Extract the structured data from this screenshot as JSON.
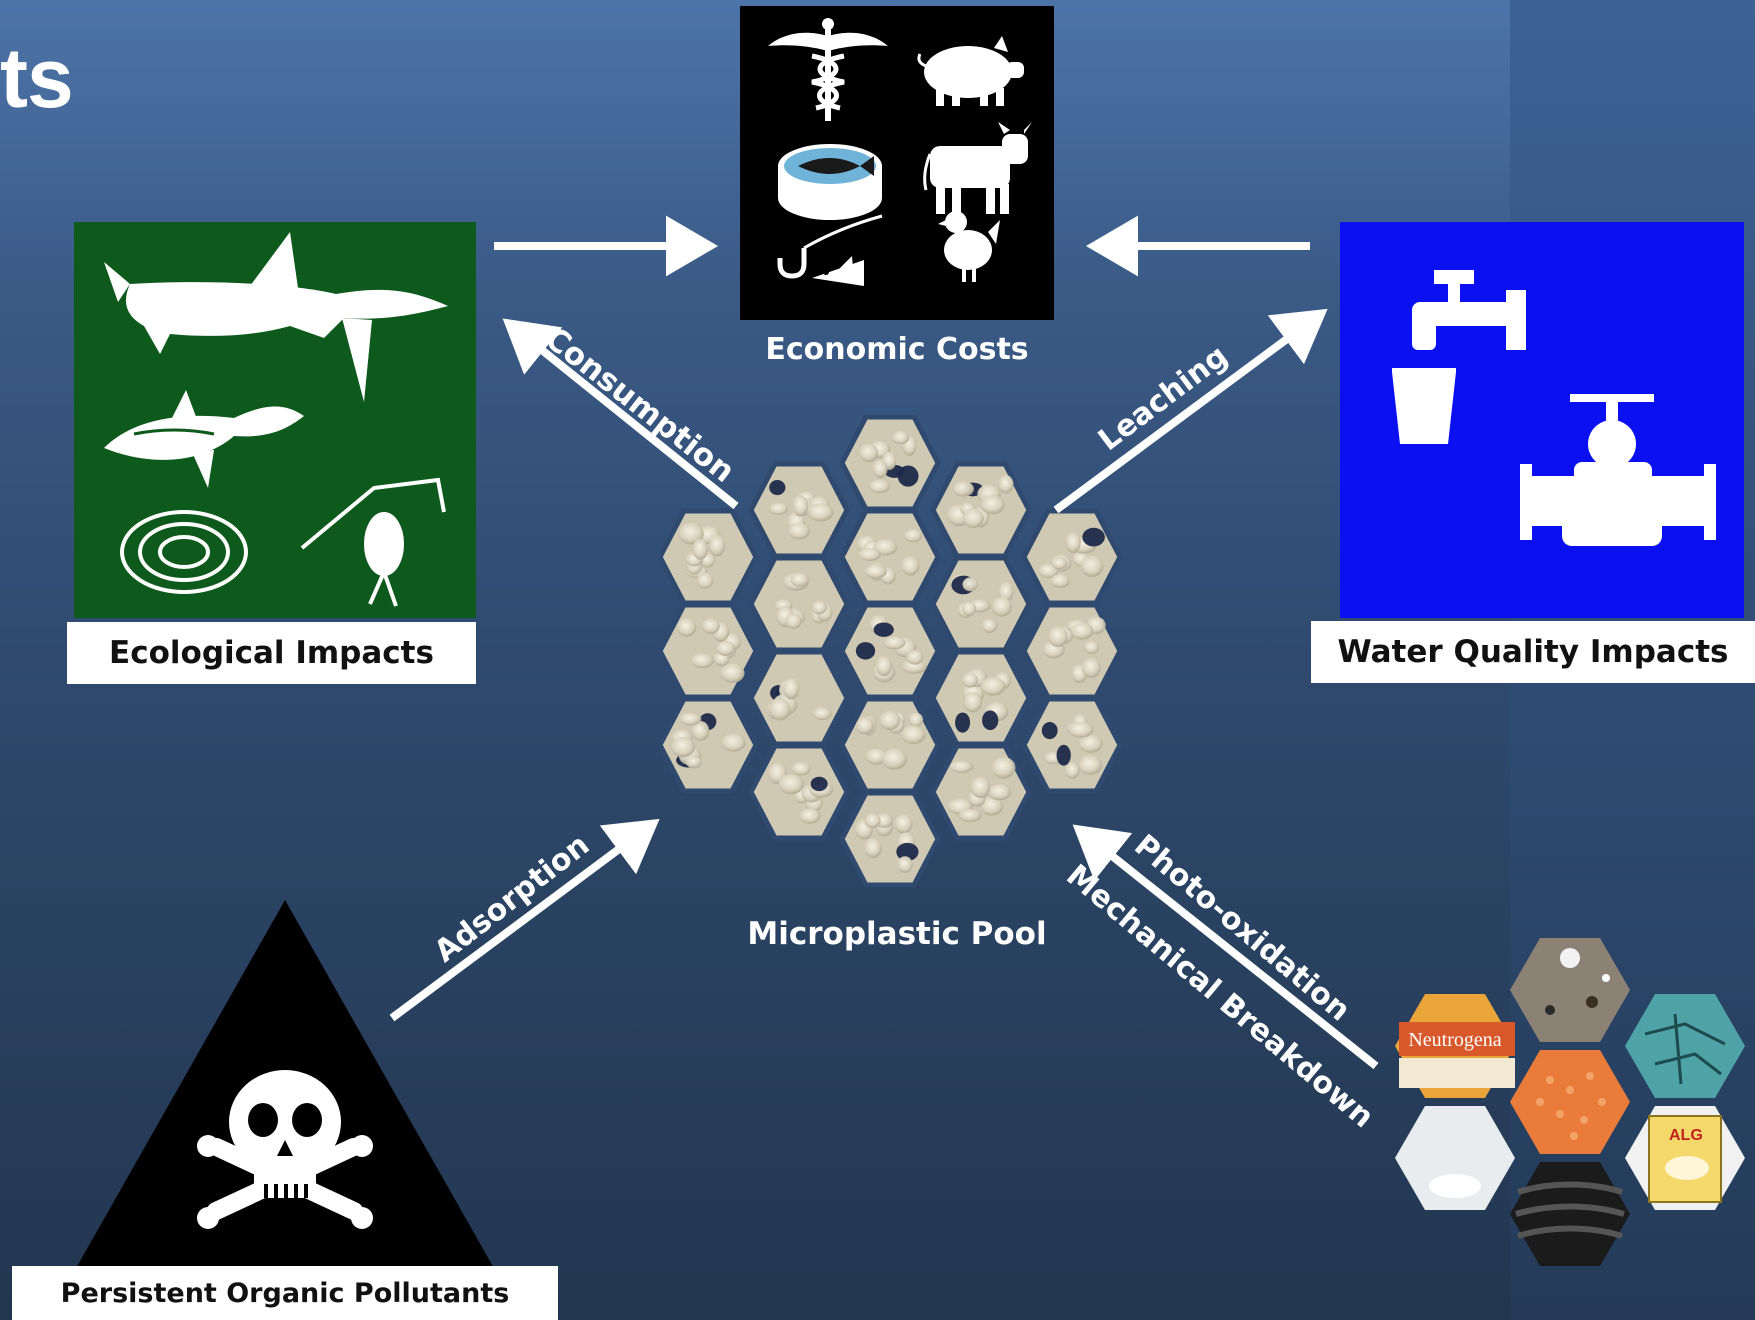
{
  "title_fragment": "ts",
  "nodes": {
    "economic": {
      "label": "Economic Costs"
    },
    "ecological": {
      "label": "Ecological Impacts"
    },
    "water": {
      "label": "Water Quality Impacts"
    },
    "pool": {
      "label": "Microplastic Pool"
    },
    "pollutants": {
      "label": "Persistent Organic Pollutants"
    }
  },
  "edges": {
    "consumption": "Consumption",
    "leaching": "Leaching",
    "adsorption": "Adsorption",
    "photo_oxidation": "Photo-oxidation",
    "mechanical_breakdown": "Mechanical Breakdown"
  },
  "sources": {
    "product_brand": "Neutrogena",
    "product_brand_2": "ALG"
  },
  "colors": {
    "ecological_bg": "#0d5a1c",
    "water_bg": "#0a10f0",
    "economic_bg": "#000000",
    "arrow": "#ffffff"
  }
}
